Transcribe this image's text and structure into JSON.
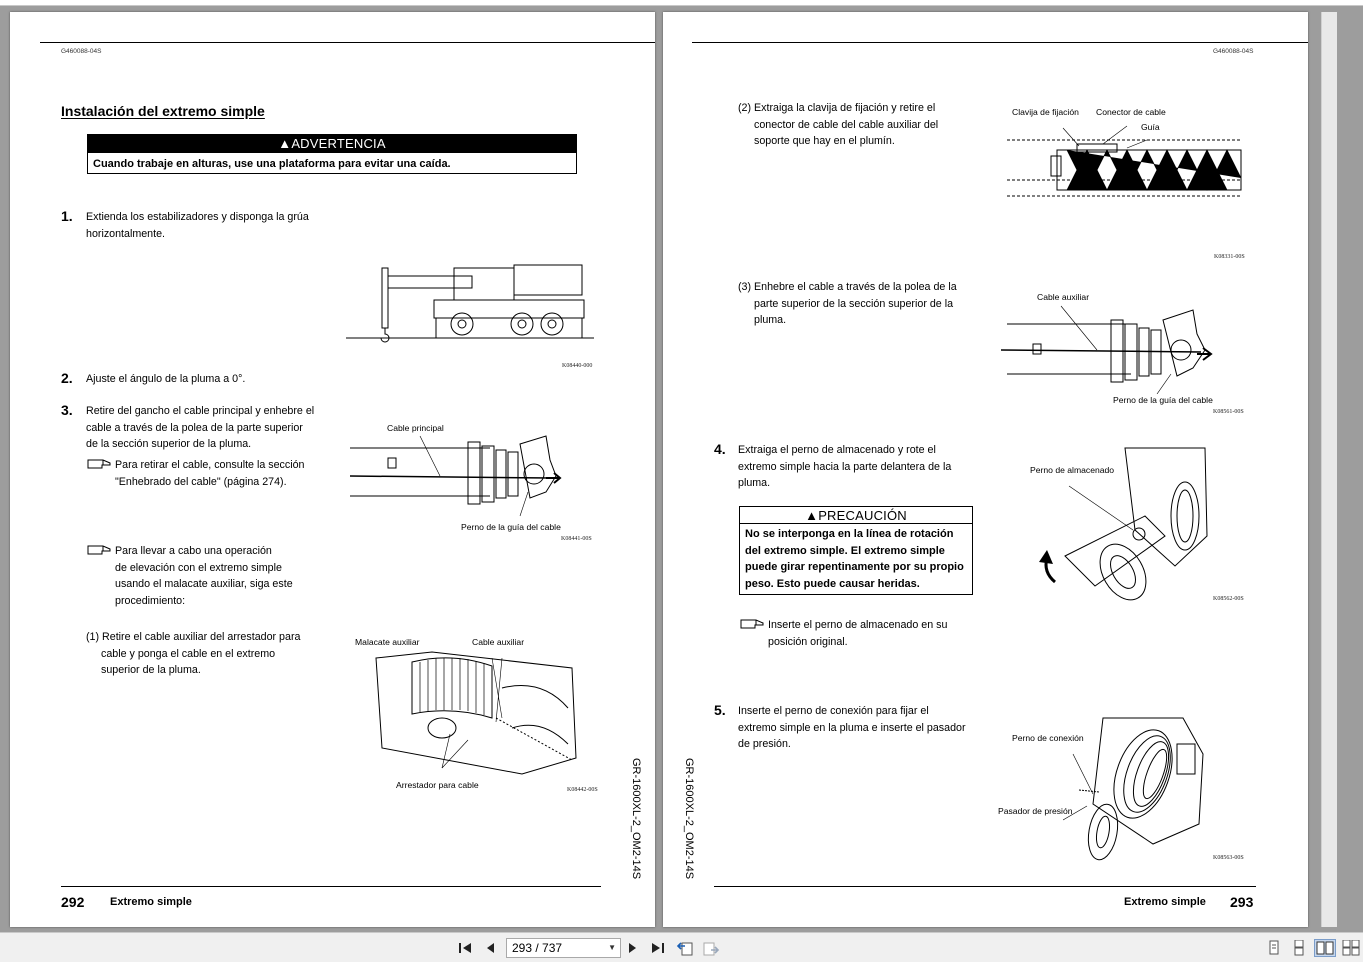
{
  "viewer": {
    "page_indicator": "293 / 737"
  },
  "left_page": {
    "doc_code": "G460088-04S",
    "title": "Instalación del extremo simple",
    "warning": {
      "heading": "ADVERTENCIA",
      "body": "Cuando trabaje en alturas, use una plataforma para evitar una caída."
    },
    "step1": {
      "num": "1.",
      "text_l1": "Extienda los estabilizadores y disponga la grúa",
      "text_l2": "horizontalmente.",
      "fig_code": "K08440-000"
    },
    "step2": {
      "num": "2.",
      "text": "Ajuste el ángulo de la pluma a 0°."
    },
    "step3": {
      "num": "3.",
      "text_l1": "Retire del gancho el cable principal y enhebre el",
      "text_l2": "cable a través de la polea de la parte superior",
      "text_l3": "de la sección superior de la pluma.",
      "ref_l1": "Para retirar el cable, consulte la sección",
      "ref_l2": "\"Enhebrado del cable\" (página 274).",
      "fig_label_top": "Cable principal",
      "fig_label_bottom": "Perno de la guía del cable",
      "fig_code": "K08441-00S"
    },
    "note": {
      "l1": "Para llevar a cabo una operación",
      "l2": "de elevación con el extremo simple",
      "l3": "usando el malacate auxiliar, siga este",
      "l4": "procedimiento:"
    },
    "sub1": {
      "l1": "(1) Retire el cable auxiliar del arrestador para",
      "l2": "cable y ponga el cable en el extremo",
      "l3": "superior de la pluma.",
      "fig_label_a": "Malacate auxiliar",
      "fig_label_b": "Cable auxiliar",
      "fig_label_c": "Arrestador para cable",
      "fig_code": "K08442-00S"
    },
    "side_code": "GR-1600XL-2_OM2-14S",
    "page_number": "292",
    "footer_title": "Extremo simple"
  },
  "right_page": {
    "doc_code": "G460088-04S",
    "sub2": {
      "l1": "(2) Extraiga la clavija de fijación y retire el",
      "l2": "conector de cable del cable auxiliar del",
      "l3": "soporte que hay en el plumín.",
      "fig_label_a": "Clavija de fijación",
      "fig_label_b": "Conector de cable",
      "fig_label_c": "Guía",
      "fig_code": "K08331-00S"
    },
    "sub3": {
      "l1": "(3) Enhebre el cable a través de la polea de la",
      "l2": "parte superior de la sección superior de la",
      "l3": "pluma.",
      "fig_label_a": "Cable auxiliar",
      "fig_label_b": "Perno de la guía del cable",
      "fig_code": "K08561-00S"
    },
    "step4": {
      "num": "4.",
      "l1": "Extraiga el perno de almacenado y rote el",
      "l2": "extremo simple hacia la parte delantera de la",
      "l3": "pluma.",
      "fig_label": "Perno de almacenado",
      "fig_code": "K08562-00S"
    },
    "caution": {
      "heading": "PRECAUCIÓN",
      "l1": "No se interponga en la línea de rotación",
      "l2": "del extremo simple. El extremo simple",
      "l3": "puede girar repentinamente por su propio",
      "l4": "peso. Esto puede causar heridas."
    },
    "ref4": {
      "l1": "Inserte el perno de almacenado en su",
      "l2": "posición original."
    },
    "step5": {
      "num": "5.",
      "l1": "Inserte el perno de conexión para fijar el",
      "l2": "extremo simple en la pluma e inserte el pasador",
      "l3": "de presión.",
      "fig_label_a": "Perno de conexión",
      "fig_label_b": "Pasador de presión",
      "fig_code": "K08563-00S"
    },
    "side_code": "GR-1600XL-2_OM2-14S",
    "page_number": "293",
    "footer_title": "Extremo simple"
  }
}
